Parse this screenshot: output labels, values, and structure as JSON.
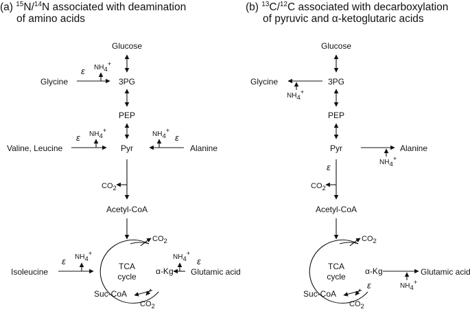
{
  "panel_a": {
    "title_prefix": "(a) ",
    "title_sup1": "15",
    "title_mid": "N/",
    "title_sup2": "14",
    "title_rest": "N associated with deamination",
    "title_line2": "of amino acids",
    "nodes": {
      "glucose": "Glucose",
      "three_pg": "3PG",
      "pep": "PEP",
      "pyr": "Pyr",
      "acetyl_coa": "Acetyl-CoA",
      "tca": "TCA",
      "cycle": "cycle",
      "akg": "α-Kg",
      "suc_coa": "Suc-CoA"
    },
    "inputs": {
      "glycine": "Glycine",
      "valine_leucine": "Valine, Leucine",
      "alanine": "Alanine",
      "isoleucine": "Isoleucine",
      "glutamic_acid": "Glutamic acid"
    },
    "co2": "CO",
    "co2_sub": "2",
    "nh4": "NH",
    "nh4_sub": "4",
    "nh4_sup": "+",
    "epsilon": "ε"
  },
  "panel_b": {
    "title_prefix": "(b) ",
    "title_sup1": "13",
    "title_mid": "C/",
    "title_sup2": "12",
    "title_rest": "C associated with decarboxylation",
    "title_line2": "of pyruvic and α-ketoglutaric acids",
    "nodes": {
      "glucose": "Glucose",
      "three_pg": "3PG",
      "pep": "PEP",
      "pyr": "Pyr",
      "acetyl_coa": "Acetyl-CoA",
      "tca": "TCA",
      "cycle": "cycle",
      "akg": "α-Kg",
      "suc_coa": "Suc-CoA"
    },
    "outputs": {
      "glycine": "Glycine",
      "alanine": "Alanine",
      "glutamic_acid": "Glutamic acid"
    },
    "co2": "CO",
    "co2_sub": "2",
    "nh4": "NH",
    "nh4_sub": "4",
    "nh4_sup": "+",
    "epsilon": "ε"
  }
}
